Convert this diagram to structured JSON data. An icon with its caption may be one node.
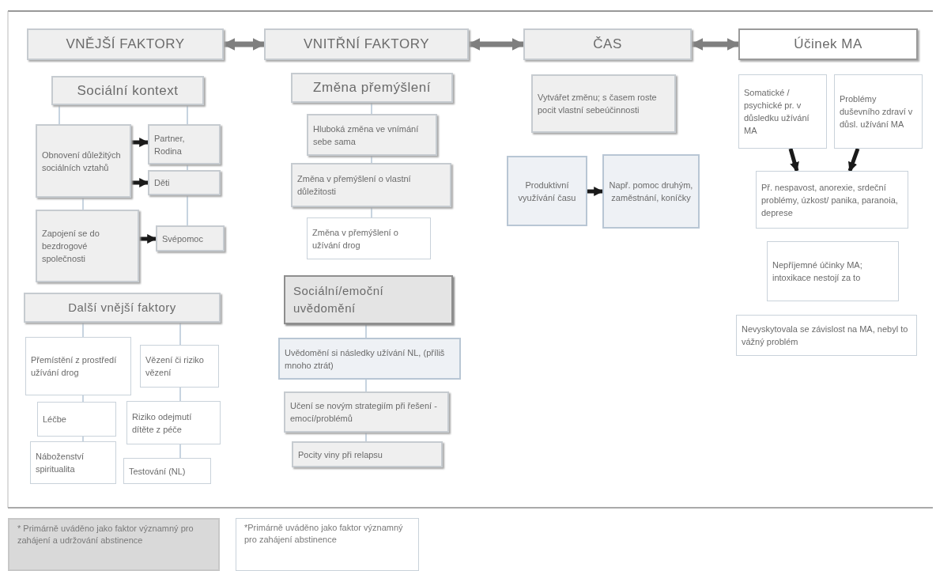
{
  "diagram": {
    "nodes": [
      {
        "text": [
          "VNĚJŠÍ FAKTORY"
        ]
      },
      {
        "text": [
          "VNITŘNÍ FAKTORY"
        ]
      },
      {
        "text": [
          "ČAS"
        ]
      },
      {
        "text": [
          "Účinek MA"
        ]
      },
      {
        "text": [
          "Sociální kontext"
        ]
      },
      {
        "text": [
          "Obnovení důležitých sociálních vztahů"
        ]
      },
      {
        "text": [
          "Partner, Rodina"
        ]
      },
      {
        "text": [
          "Děti"
        ]
      },
      {
        "text": [
          "Zapojení se do bezdrogové společnosti"
        ]
      },
      {
        "text": [
          "Svépomoc"
        ]
      },
      {
        "text": [
          "Další vnější faktory"
        ]
      },
      {
        "text": [
          "Přemístění z prostředí užívání drog"
        ]
      },
      {
        "text": [
          "Vězení či riziko vězení"
        ]
      },
      {
        "text": [
          "Léčbe"
        ]
      },
      {
        "text": [
          "Riziko odejmutí dítěte z péče"
        ]
      },
      {
        "text": [
          "Náboženství spiritualita"
        ]
      },
      {
        "text": [
          "Testování (NL)"
        ]
      },
      {
        "text": [
          "Změna přemýšlení"
        ]
      },
      {
        "text": [
          "Hluboká změna ve vnímání sebe sama"
        ]
      },
      {
        "text": [
          "Změna v přemýšlení o vlastní důležitosti"
        ]
      },
      {
        "text": [
          "Změna v přemýšlení o užívání drog"
        ]
      },
      {
        "text": [
          "Sociální/emoční uvědomění"
        ]
      },
      {
        "text": [
          "Uvědomění si následky užívání NL, (příliš mnoho ztrát)"
        ]
      },
      {
        "text": [
          "Učení se novým strategiím při řešení - emocí/problémů"
        ]
      },
      {
        "text": [
          "Pocity viny při relapsu"
        ]
      },
      {
        "text": [
          "Vytvářet změnu; s časem roste pocit vlastní sebeúčinnosti"
        ]
      },
      {
        "text": [
          "Produktivní využívání času"
        ]
      },
      {
        "text": [
          "Např. pomoc druhým, zaměstnání, koníčky"
        ]
      },
      {
        "text": [
          "Somatické / psychické pr. v důsledku užívání MA"
        ]
      },
      {
        "text": [
          "Problémy duševního zdraví v důsl. užívání MA"
        ]
      },
      {
        "text": [
          "Př. nespavost, anorexie, srdeční problémy, úzkost/ panika, paranoia, deprese"
        ]
      },
      {
        "text": [
          "Nepříjemné účinky MA; intoxikace nestojí za to"
        ]
      },
      {
        "text": [
          "Nevyskytovala se závislost na MA, nebyl to vážný problém"
        ]
      }
    ],
    "edges": [
      {
        "from": 0,
        "to": 1,
        "arrow": "both",
        "style": "thick",
        "color": "#7f7f7f"
      },
      {
        "from": 1,
        "to": 2,
        "arrow": "both",
        "style": "thick",
        "color": "#7f7f7f"
      },
      {
        "from": 2,
        "to": 3,
        "arrow": "both",
        "style": "thick",
        "color": "#7f7f7f"
      },
      {
        "from": 4,
        "to": 5,
        "arrow": "none"
      },
      {
        "from": 4,
        "to": 6,
        "arrow": "none"
      },
      {
        "from": 5,
        "to": 6,
        "arrow": "to",
        "style": "thick",
        "color": "#1a1a1a"
      },
      {
        "from": 5,
        "to": 7,
        "arrow": "to",
        "style": "thick",
        "color": "#1a1a1a"
      },
      {
        "from": 6,
        "to": 7,
        "arrow": "none"
      },
      {
        "from": 5,
        "to": 8,
        "arrow": "none"
      },
      {
        "from": 7,
        "to": 9,
        "arrow": "none"
      },
      {
        "from": 8,
        "to": 9,
        "arrow": "to",
        "style": "thick",
        "color": "#1a1a1a"
      },
      {
        "from": 10,
        "to": 11,
        "arrow": "none"
      },
      {
        "from": 10,
        "to": 12,
        "arrow": "none"
      },
      {
        "from": 11,
        "to": 13,
        "arrow": "none"
      },
      {
        "from": 13,
        "to": 15,
        "arrow": "none"
      },
      {
        "from": 12,
        "to": 14,
        "arrow": "none"
      },
      {
        "from": 14,
        "to": 16,
        "arrow": "none"
      },
      {
        "from": 17,
        "to": 18,
        "arrow": "none"
      },
      {
        "from": 18,
        "to": 19,
        "arrow": "none"
      },
      {
        "from": 19,
        "to": 20,
        "arrow": "none"
      },
      {
        "from": 21,
        "to": 22,
        "arrow": "none"
      },
      {
        "from": 22,
        "to": 23,
        "arrow": "none"
      },
      {
        "from": 23,
        "to": 24,
        "arrow": "none"
      },
      {
        "from": 26,
        "to": 27,
        "arrow": "to",
        "style": "thick",
        "color": "#1a1a1a"
      },
      {
        "from": 28,
        "to": 30,
        "arrow": "to",
        "style": "thick",
        "color": "#1a1a1a"
      },
      {
        "from": 29,
        "to": 30,
        "arrow": "to",
        "style": "thick",
        "color": "#1a1a1a"
      }
    ],
    "legend": [
      {
        "text": "* Primárně uváděno jako faktor významný pro zahájení a udržování abstinence",
        "color": "#d9d9d9"
      },
      {
        "text": "*Primárně uváděno jako faktor významný pro zahájení abstinence",
        "color": "#ffffff"
      }
    ]
  }
}
